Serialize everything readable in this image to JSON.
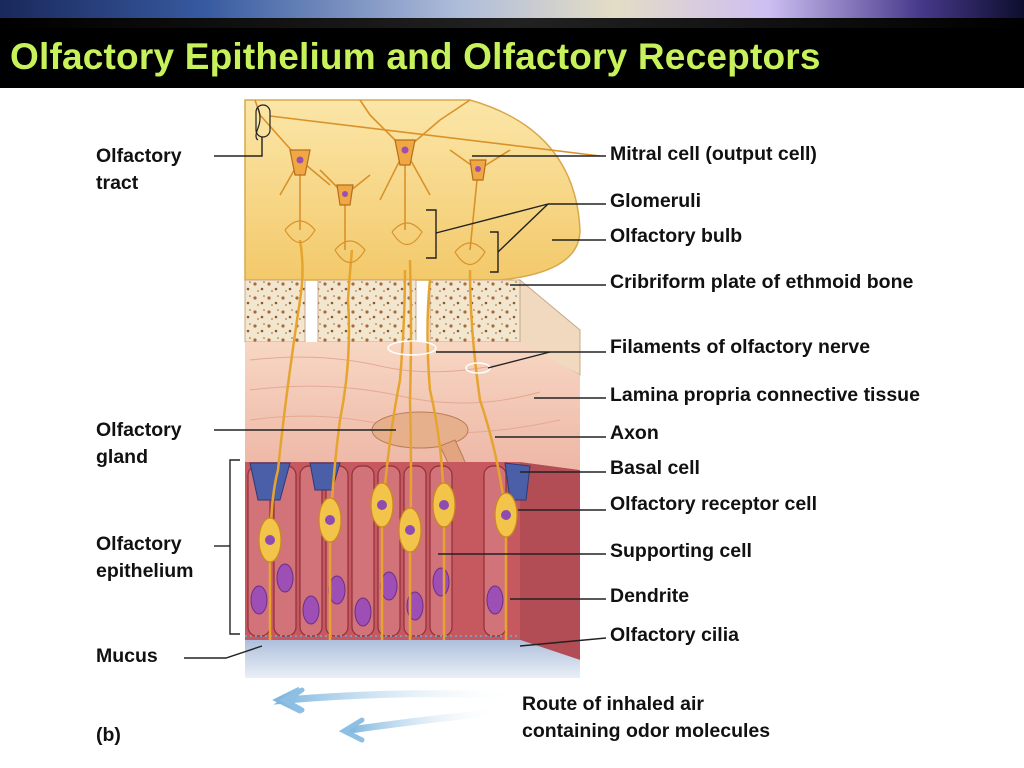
{
  "slide": {
    "title": "Olfactory Epithelium and Olfactory Receptors",
    "panel_label": "(b)"
  },
  "labels_right": {
    "mitral_cell": "Mitral cell (output cell)",
    "glomeruli": "Glomeruli",
    "olfactory_bulb": "Olfactory bulb",
    "cribriform_plate": "Cribriform plate of ethmoid bone",
    "filaments": "Filaments of olfactory nerve",
    "lamina_propria": "Lamina propria connective tissue",
    "axon": "Axon",
    "basal_cell": "Basal cell",
    "receptor_cell": "Olfactory receptor cell",
    "supporting_cell": "Supporting cell",
    "dendrite": "Dendrite",
    "cilia": "Olfactory cilia"
  },
  "labels_left": {
    "tract_line1": "Olfactory",
    "tract_line2": "tract",
    "gland_line1": "Olfactory",
    "gland_line2": "gland",
    "epithelium_line1": "Olfactory",
    "epithelium_line2": "epithelium",
    "mucus": "Mucus"
  },
  "air_route": {
    "line1": "Route of inhaled air",
    "line2": "containing odor molecules"
  },
  "colors": {
    "title_text": "#c7f25b",
    "title_bg": "#000000",
    "bulb": "#f6d98a",
    "neuron": "#e8a93a",
    "bone": "#f4ead7",
    "lamina": "#f2c6b4",
    "epithelium": "#c9646a",
    "nucleus": "#9c4fb0",
    "basal_cell": "#4a5fa8",
    "mucus": "#c8d7ea",
    "air_arrow": "#9cc8e6"
  }
}
